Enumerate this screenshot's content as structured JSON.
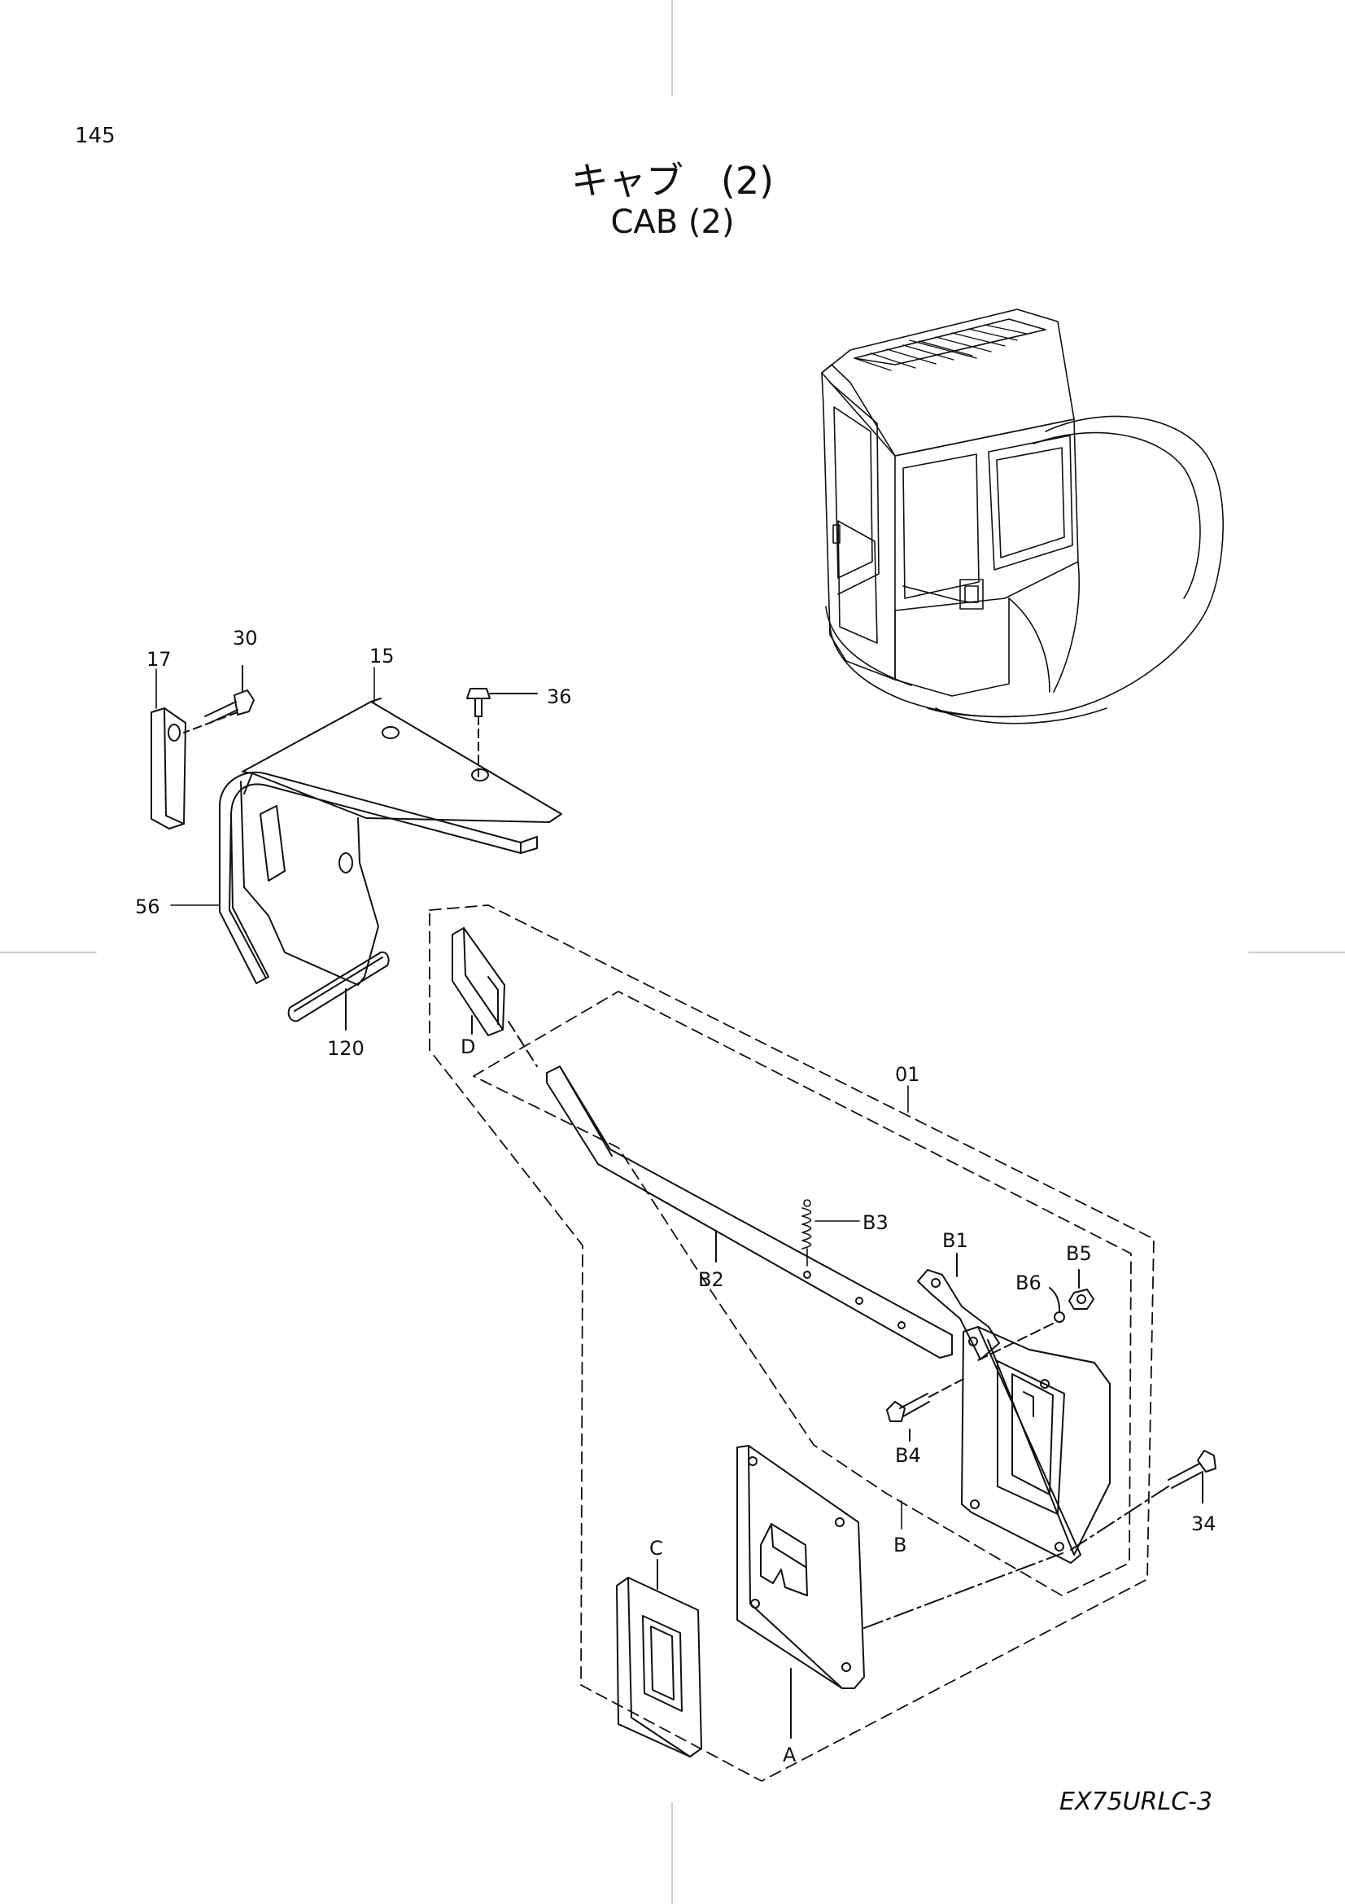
{
  "page": {
    "number": "145",
    "title_jp": "キャブ　(2)",
    "title_en": "CAB  (2)",
    "model_code": "EX75URLC-3"
  },
  "callouts": {
    "c17": "17",
    "c30": "30",
    "c15": "15",
    "c36": "36",
    "c56": "56",
    "c120": "120",
    "cD": "D",
    "c01": "01",
    "cB3": "B3",
    "cB1": "B1",
    "cB5": "B5",
    "cB6": "B6",
    "cB2": "B2",
    "cB4": "B4",
    "c34": "34",
    "cB": "B",
    "cC": "C",
    "cA": "A"
  }
}
